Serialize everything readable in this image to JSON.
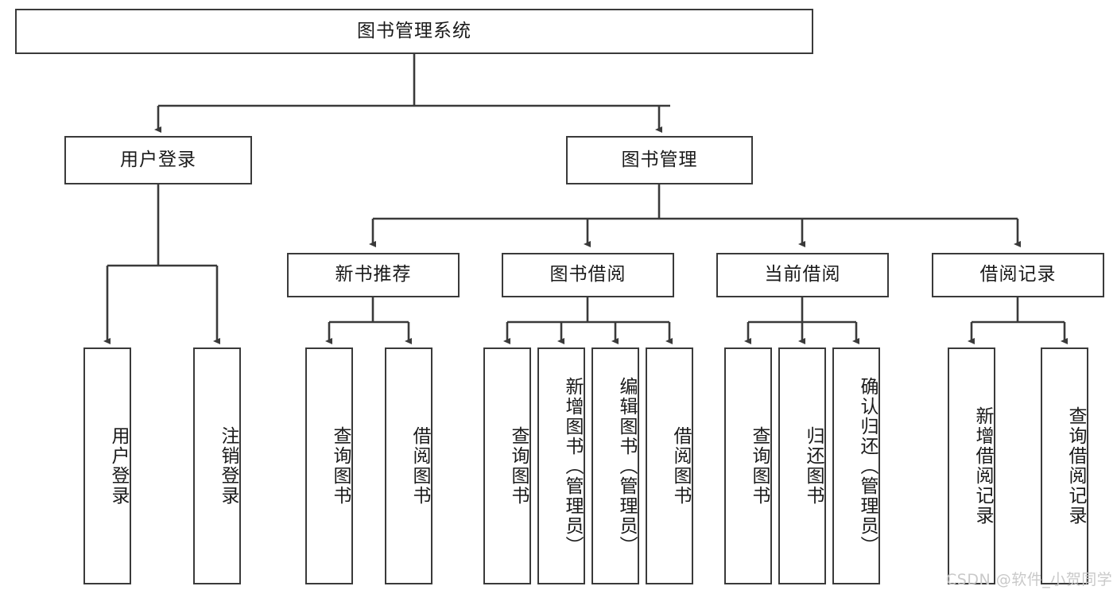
{
  "diagram": {
    "title": "图书管理系统",
    "type": "tree-hierarchy",
    "orientation": "top-down",
    "colors": {
      "stroke": "#3a3a3a",
      "fill": "#ffffff",
      "text": "#1a1a1a",
      "watermark": "#c9c9c9"
    },
    "root": {
      "label": "图书管理系统"
    },
    "level2": [
      {
        "label": "用户登录"
      },
      {
        "label": "图书管理"
      }
    ],
    "level3": [
      {
        "label": "新书推荐"
      },
      {
        "label": "图书借阅"
      },
      {
        "label": "当前借阅"
      },
      {
        "label": "借阅记录"
      }
    ],
    "leaves": {
      "user_login": [
        {
          "label": "用户登录"
        },
        {
          "label": "注销登录"
        }
      ],
      "new_book_rec": [
        {
          "label": "查询图书"
        },
        {
          "label": "借阅图书"
        }
      ],
      "book_borrow": [
        {
          "label": "查询图书"
        },
        {
          "label": "新增图书（管理员）"
        },
        {
          "label": "编辑图书（管理员）"
        },
        {
          "label": "借阅图书"
        }
      ],
      "current_borrow": [
        {
          "label": "查询图书"
        },
        {
          "label": "归还图书"
        },
        {
          "label": "确认归还（管理员）"
        }
      ],
      "borrow_record": [
        {
          "label": "新增借阅记录"
        },
        {
          "label": "查询借阅记录"
        }
      ]
    },
    "watermark": "CSDN @软件_小贺同学"
  }
}
